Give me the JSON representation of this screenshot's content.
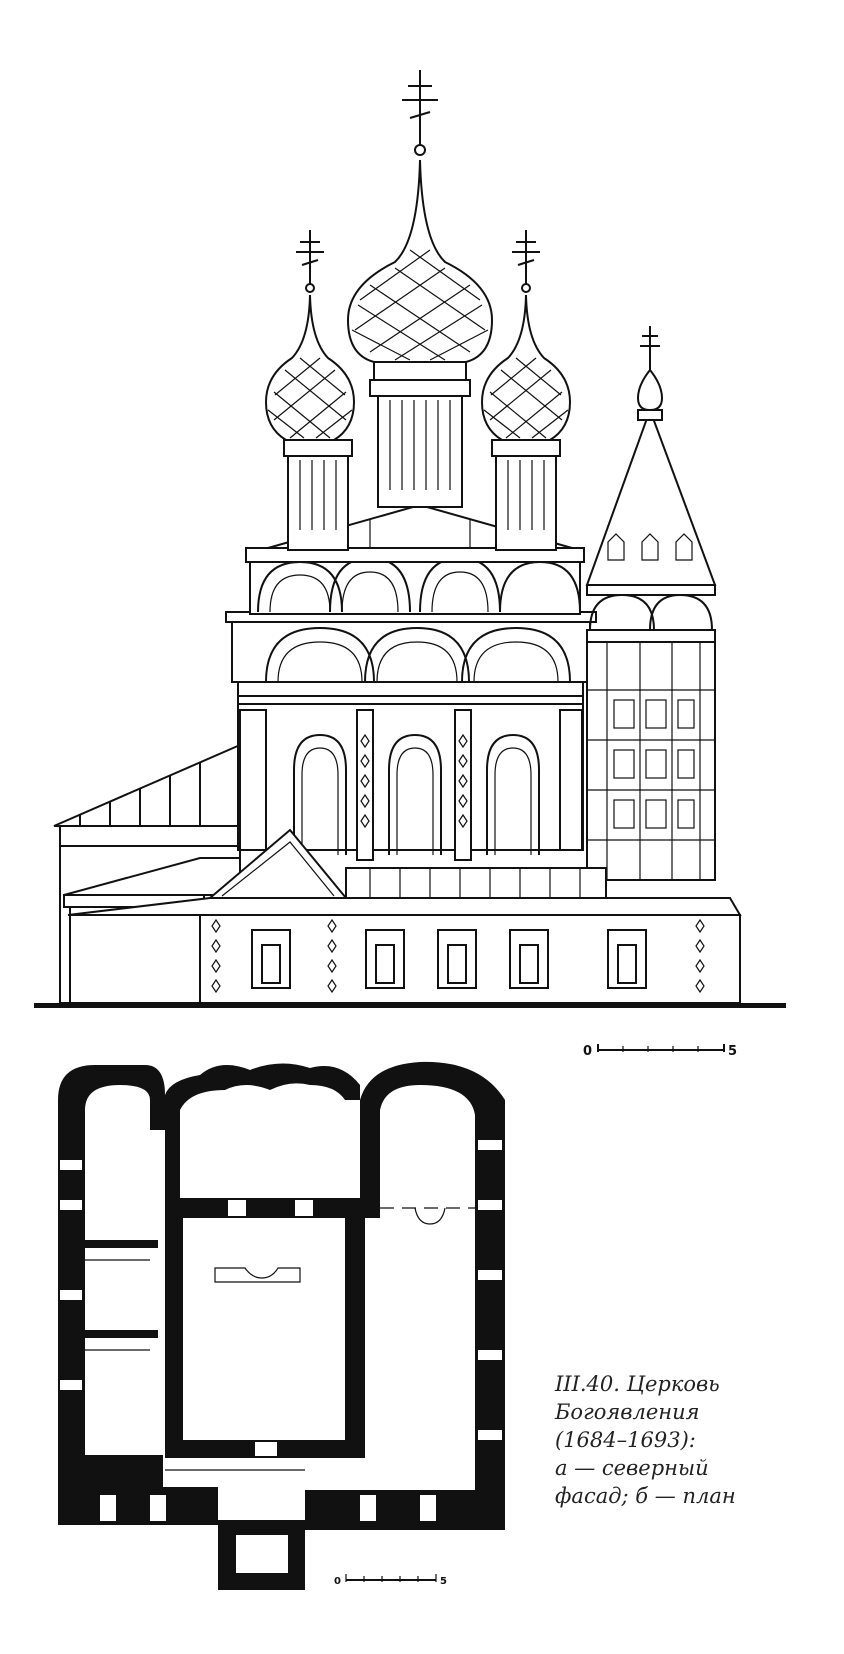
{
  "facade_scale": {
    "zero": "0",
    "five": "5"
  },
  "plan_scale": {
    "zero": "0",
    "five": "5"
  },
  "caption": {
    "lines": [
      "III.40. Церковь",
      "Богоявления",
      "(1684–1693):",
      "а — северный",
      "фасад; б — план"
    ]
  }
}
